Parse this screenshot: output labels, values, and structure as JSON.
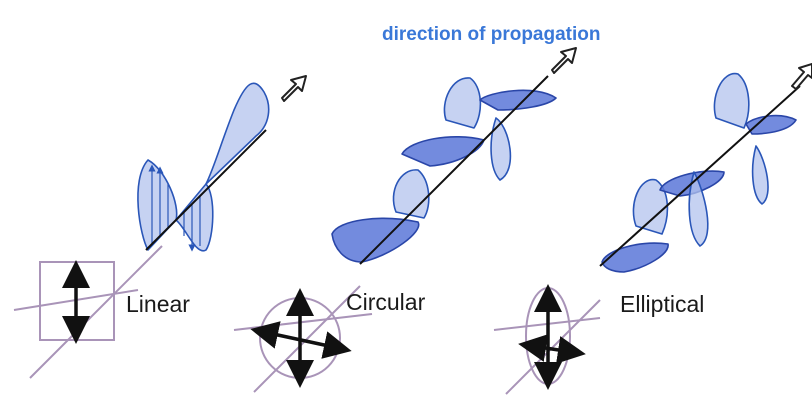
{
  "title": "direction of propagation",
  "panels": [
    {
      "label": "Linear"
    },
    {
      "label": "Circular"
    },
    {
      "label": "Elliptical"
    }
  ],
  "colors": {
    "title": "#3a78d8",
    "wave_light": "#b3c3ee",
    "wave_dark": "#5a77d8",
    "wave_outline": "#2a56b8",
    "guide": "#a994b8"
  }
}
